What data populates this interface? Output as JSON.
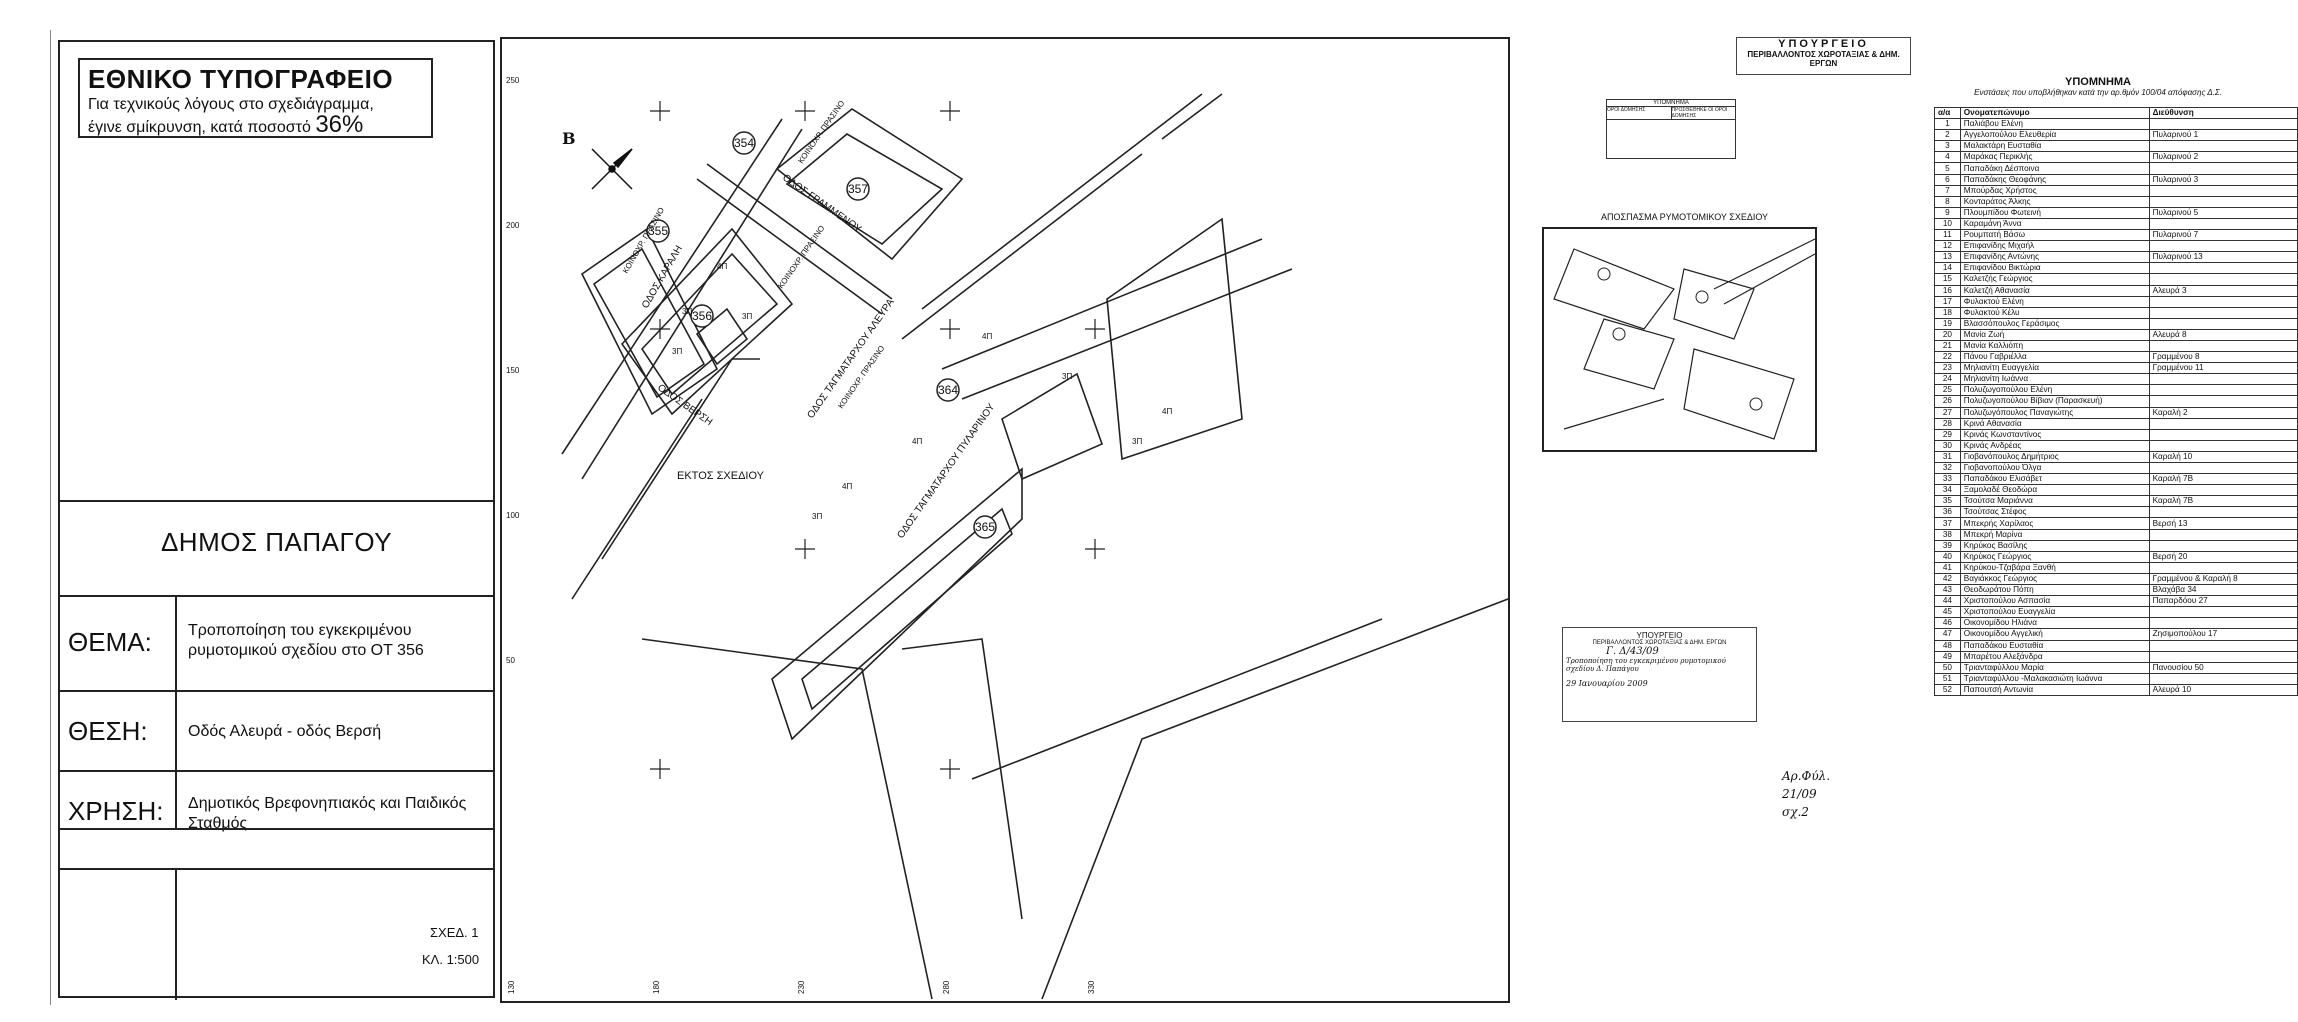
{
  "title_block": {
    "org_title": "ΕΘΝΙΚΟ ΤΥΠΟΓΡΑΦΕΙΟ",
    "reduction_note_1": "Για τεχνικούς λόγους στο σχεδιάγραμμα,",
    "reduction_note_2": "έγινε σμίκρυνση, κατά ποσοστό",
    "reduction_percent": "36%",
    "municipality": "ΔΗΜΟΣ ΠΑΠΑΓΟΥ",
    "subject_label": "ΘΕΜΑ:",
    "subject_value": "Τροποποίηση του εγκεκριμένου ρυμοτομικού σχεδίου στο ΟΤ 356",
    "location_label": "ΘΕΣΗ:",
    "location_value": "Οδός Αλευρά - οδός Βερσή",
    "use_label": "ΧΡΗΣΗ:",
    "use_value": "Δημοτικός Βρεφονηπιακός και Παιδικός Σταθμός",
    "drawing_no": "ΣΧΕΔ. 1",
    "scale": "ΚΛ. 1:500"
  },
  "plan": {
    "y_ticks": [
      "250",
      "200",
      "150",
      "100",
      "50"
    ],
    "x_ticks": [
      "130",
      "180",
      "230",
      "280",
      "330"
    ],
    "blocks": [
      "354",
      "355",
      "356",
      "357",
      "364",
      "365"
    ],
    "streets": {
      "grammenou": "ΟΔΟΣ ΓΡΑΜΜΕΝΟΥ",
      "karali": "ΟΔΟΣ ΚΑΡΑΛΗ",
      "versi": "ΟΔΟΣ ΒΕΡΣΗ",
      "alevra": "ΟΔΟΣ ΤΑΓΜΑΤΑΡΧΟΥ ΑΛΕΥΡΑ",
      "pylarinou": "ΟΔΟΣ ΤΑΓΜΑΤΑΡΧΟΥ ΠΥΛΑΡΙΝΟΥ",
      "green_1": "ΚΟΙΝΟΧΡ. ΠΡΑΣΙΝΟ",
      "green_2": "ΚΟΙΝΟΧΡ. ΠΡΑΣΙΝΟ",
      "green_3": "ΚΟΙΝΟΧΡ. ΠΡΑΣΙΝΟ",
      "green_4": "ΚΟΙΝΟΧΡ. ΠΡΑΣΙΝΟ"
    },
    "outside_plan": "ΕΚΤΟΣ ΣΧΕΔΙΟΥ",
    "north_symbol": "Β",
    "building_labels": [
      "3Π",
      "3Π",
      "4Π",
      "3Π",
      "4Π",
      "4Π",
      "3Π",
      "4Π",
      "3Π",
      "4Π",
      "3Π"
    ]
  },
  "mid_panel": {
    "legend_box_title": "ΥΠΟΜΝΗΜΑ",
    "legend_box_h1": "ΟΡΟΙ ΔΟΜΗΣΗΣ",
    "legend_box_h2": "ΠΡΟΣΘΕΘΗΚΕ ΟΙ ΟΡΟΙ ΔΟΜΗΣΗΣ",
    "excerpt_title": "ΑΠΟΣΠΑΣΜΑ ΡΥΜΟΤΟΜΙΚΟΥ ΣΧΕΔΙΟΥ",
    "stamp_top_1": "ΥΠΟΥΡΓΕΙΟ",
    "stamp_top_2": "ΠΕΡΙΒΑΛΛΟΝΤΟΣ ΧΩΡΟΤΑΞΙΑΣ & ΔΗΜ. ΕΡΓΩΝ",
    "stamp_bottom_1": "ΥΠΟΥΡΓΕΙΟ",
    "stamp_bottom_2": "ΠΕΡΙΒΑΛΛΟΝΤΟΣ ΧΩΡΟΤΑΞΙΑΣ & ΔΗΜ. ΕΡΓΩΝ",
    "stamp_bottom_ref": "Γ. Δ/43/09",
    "stamp_bottom_note": "Τροποποίηση του εγκεκριμένου ρυμοτομικού σχεδίου Δ. Παπάγου",
    "stamp_bottom_date": "29 Ιανουαρίου 2009",
    "handwritten": "Αρ.Φύλ. 21/09 σχ.2"
  },
  "legend": {
    "title": "ΥΠΟΜΝΗΜΑ",
    "subtitle": "Ενστάσεις που υποβλήθηκαν κατά την αρ.θμόν 100/04 απόφασης Δ.Σ.",
    "headers": [
      "α/α",
      "Ονοματεπώνυμο",
      "Διεύθυνση"
    ],
    "rows": [
      [
        "1",
        "Παλιάβου Ελένη",
        ""
      ],
      [
        "2",
        "Αγγελοπούλου Ελευθερία",
        "Πυλαρινού 1"
      ],
      [
        "3",
        "Μαλακτάρη Ευσταθία",
        ""
      ],
      [
        "4",
        "Μαράκας Περικλής",
        "Πυλαρινού 2"
      ],
      [
        "5",
        "Παπαδάκη Δέσποινα",
        ""
      ],
      [
        "6",
        "Παπαδάκης Θεοφάνης",
        "Πυλαρινού 3"
      ],
      [
        "7",
        "Μπούρδας Χρήστος",
        ""
      ],
      [
        "8",
        "Κονταράτος Άλκης",
        ""
      ],
      [
        "9",
        "Πλουμπίδου Φωτεινή",
        "Πυλαρινού 5"
      ],
      [
        "10",
        "Καραμάνη Άννα",
        ""
      ],
      [
        "11",
        "Ρουμπατή Βάσω",
        "Πυλαρινού 7"
      ],
      [
        "12",
        "Επιφανίδης Μιχαήλ",
        ""
      ],
      [
        "13",
        "Επιφανίδης Αντώνης",
        "Πυλαρινού 13"
      ],
      [
        "14",
        "Επιφανίδου Βικτώρια",
        ""
      ],
      [
        "15",
        "Καλετζής Γεώργιος",
        ""
      ],
      [
        "16",
        "Καλετζή Αθανασία",
        "Αλευρά 3"
      ],
      [
        "17",
        "Φυλακτού Ελένη",
        ""
      ],
      [
        "18",
        "Φυλακτού Κέλυ",
        ""
      ],
      [
        "19",
        "Βλασσόπουλος Γεράσιμος",
        ""
      ],
      [
        "20",
        "Μανία Ζωή",
        "Αλευρά 8"
      ],
      [
        "21",
        "Μανία Καλλιόπη",
        ""
      ],
      [
        "22",
        "Πάνου Γαβριέλλα",
        "Γραμμένου 8"
      ],
      [
        "23",
        "Μηλιανίτη Ευαγγελία",
        "Γραμμένου 11"
      ],
      [
        "24",
        "Μηλιανίτη Ιωάννα",
        ""
      ],
      [
        "25",
        "Πολυζωγοπούλου Ελένη",
        ""
      ],
      [
        "26",
        "Πολυζωγοπούλου Βίβιαν (Παρασκευή)",
        ""
      ],
      [
        "27",
        "Πολυζωγόπουλος Παναγιώτης",
        "Καραλή 2"
      ],
      [
        "28",
        "Κρινά Αθανασία",
        ""
      ],
      [
        "29",
        "Κρινάς Κωνσταντίνος",
        ""
      ],
      [
        "30",
        "Κρινάς Ανδρέας",
        ""
      ],
      [
        "31",
        "Γιοβανόπουλος Δημήτριος",
        "Καραλή 10"
      ],
      [
        "32",
        "Γιοβανοπούλου Όλγα",
        ""
      ],
      [
        "33",
        "Παπαδάκου Ελισάβετ",
        "Καραλή 7Β"
      ],
      [
        "34",
        "Ξαμολαδέ Θεοδώρα",
        ""
      ],
      [
        "35",
        "Τσούτσα Μαριάννα",
        "Καραλή 7Β"
      ],
      [
        "36",
        "Τσούτσας Στέφος",
        ""
      ],
      [
        "37",
        "Μπεκρής Χαρίλαος",
        "Βερσή 13"
      ],
      [
        "38",
        "Μπεκρή Μαρίνα",
        ""
      ],
      [
        "39",
        "Κηρύκος Βασίλης",
        ""
      ],
      [
        "40",
        "Κηρύκος Γεώργιος",
        "Βερσή 20"
      ],
      [
        "41",
        "Κηρύκου-Τζαβάρα Ξανθή",
        ""
      ],
      [
        "42",
        "Βαγιάκκος Γεώργιος",
        "Γραμμένου & Καραλή 8"
      ],
      [
        "43",
        "Θεοδωράτου Πόπη",
        "Βλαχάβα 34"
      ],
      [
        "44",
        "Χριστοπούλου Ασπασία",
        "Παπαρδόου 27"
      ],
      [
        "45",
        "Χριστοπούλου Ευαγγελία",
        ""
      ],
      [
        "46",
        "Οικονομίδου Ηλιάνα",
        ""
      ],
      [
        "47",
        "Οικονομίδου Αγγελική",
        "Ζησιμοπούλου 17"
      ],
      [
        "48",
        "Παπαδάκου Ευσταθία",
        ""
      ],
      [
        "49",
        "Μπαρέτου Αλεξάνδρα",
        ""
      ],
      [
        "50",
        "Τριανταφύλλου Μαρία",
        "Πανουσίου 50"
      ],
      [
        "51",
        "Τριανταφύλλου -Μαλακασιώτη Ιωάννα",
        ""
      ],
      [
        "52",
        "Παπουτσή Αντωνία",
        "Αλευρά 10"
      ]
    ]
  }
}
